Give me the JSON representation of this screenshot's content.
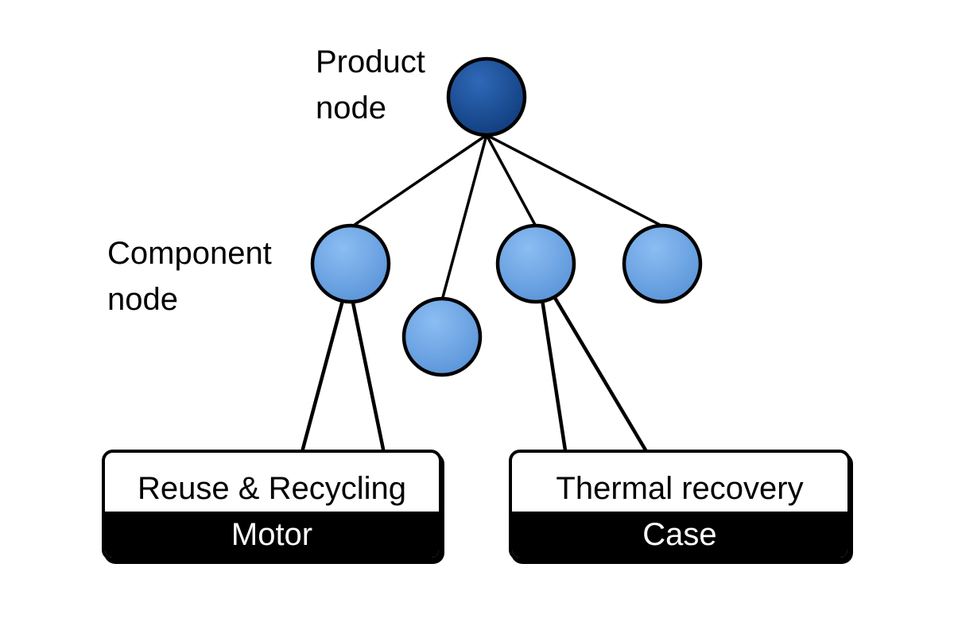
{
  "diagram": {
    "product_label_line1": "Product",
    "product_label_line2": "node",
    "component_label_line1": "Component",
    "component_label_line2": "node",
    "callouts": [
      {
        "title": "Reuse & Recycling",
        "component": "Motor"
      },
      {
        "title": "Thermal recovery",
        "component": "Case"
      }
    ],
    "colors": {
      "product_node": "#1a4f96",
      "component_node": "#6fa6e6",
      "outline": "#000000",
      "label_bar": "#000000"
    }
  }
}
